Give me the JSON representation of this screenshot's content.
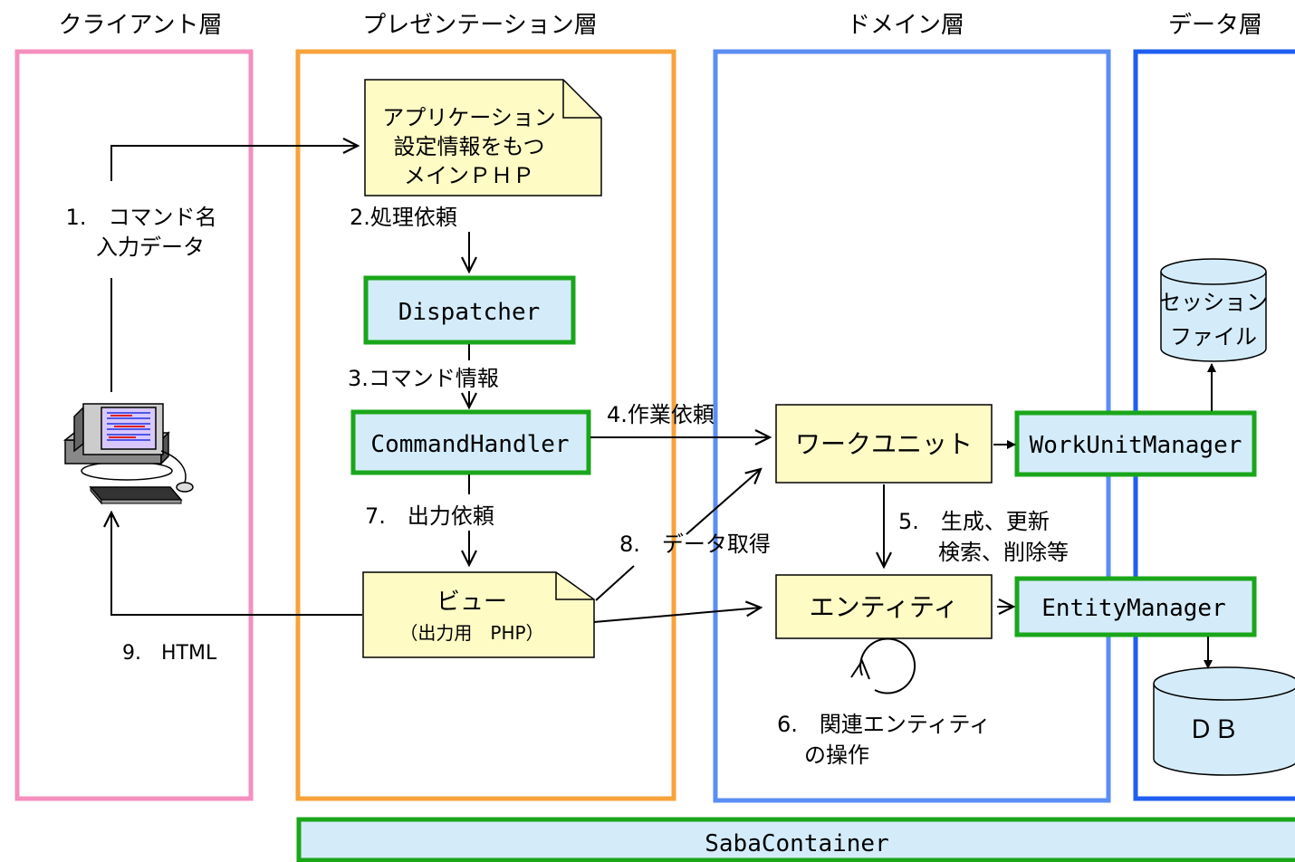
{
  "layers": {
    "client": "クライアント層",
    "presentation": "プレゼンテーション層",
    "domain": "ドメイン層",
    "data": "データ層"
  },
  "nodes": {
    "main_php": [
      "アプリケーション",
      "設定情報をもつ",
      "メインＰＨＰ"
    ],
    "dispatcher": "Dispatcher",
    "command_handler": "CommandHandler",
    "view_title": "ビュー",
    "view_sub": "（出力用　PHP）",
    "work_unit": "ワークユニット",
    "work_unit_manager": "WorkUnitManager",
    "entity": "エンティティ",
    "entity_manager": "EntityManager",
    "session_file": [
      "セッション",
      "ファイル"
    ],
    "db": "ＤＢ",
    "saba_container": "SabaContainer"
  },
  "steps": {
    "step1": [
      "1.　コマンド名",
      "入力データ"
    ],
    "step2": "2.処理依頼",
    "step3": "3.コマンド情報",
    "step4": "4.作業依頼",
    "step5": [
      "5.　生成、更新",
      "検索、削除等"
    ],
    "step6": [
      "6.　関連エンティティ",
      "の操作"
    ],
    "step7": "7.　出力依頼",
    "step8": "8.　データ取得",
    "step9": "9.　HTML"
  },
  "colors": {
    "client_border": "#f58fbe",
    "presentation_border": "#f7a33a",
    "domain_border": "#5b8df5",
    "data_border": "#1f5ef0",
    "component_border": "#1aa61a",
    "component_fill": "#d4ecfa",
    "note_fill": "#fefbc5"
  }
}
